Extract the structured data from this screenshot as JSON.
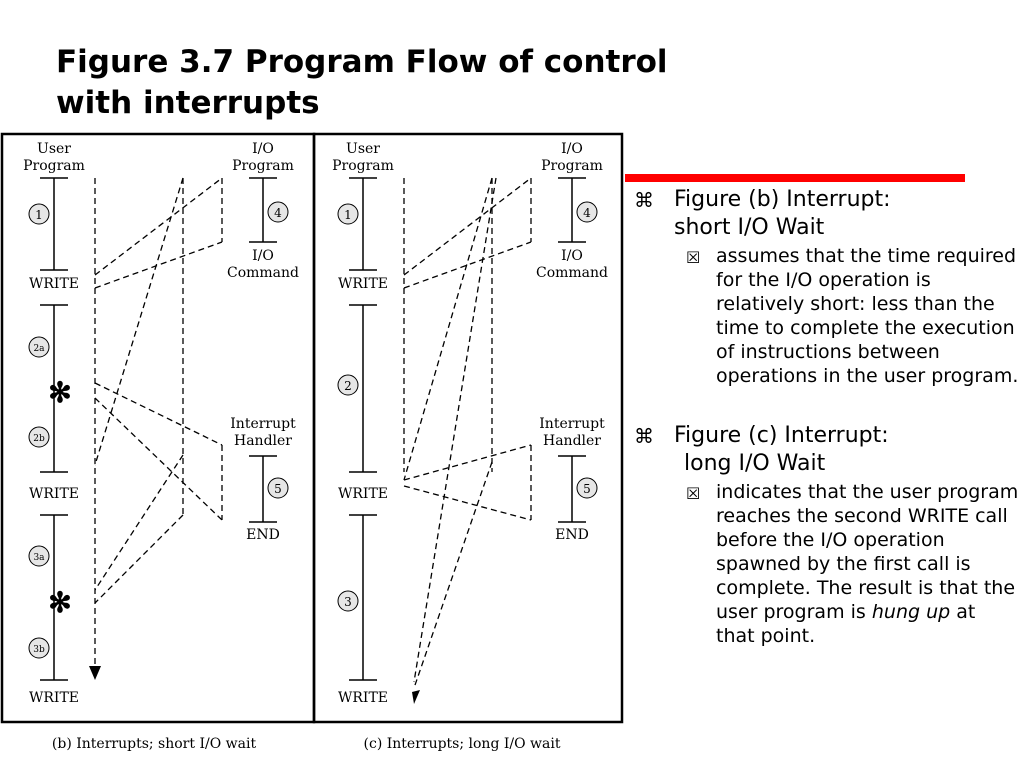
{
  "title": {
    "line1": "Figure 3.7 Program Flow of control",
    "line2": "with interrupts"
  },
  "colors": {
    "accent": "#ff0000"
  },
  "diagram_b": {
    "user_program_label": [
      "User",
      "Program"
    ],
    "io_program_label": [
      "I/O",
      "Program"
    ],
    "io_command_label": [
      "I/O",
      "Command"
    ],
    "interrupt_handler_label": [
      "Interrupt",
      "Handler"
    ],
    "end_label": "END",
    "write_labels": [
      "WRITE",
      "WRITE",
      "WRITE"
    ],
    "segments": [
      "1",
      "2a",
      "2b",
      "3a",
      "3b"
    ],
    "io_segment": "4",
    "handler_segment": "5",
    "interrupt_mark": "✻",
    "caption": "(b) Interrupts; short I/O wait"
  },
  "diagram_c": {
    "user_program_label": [
      "User",
      "Program"
    ],
    "io_program_label": [
      "I/O",
      "Program"
    ],
    "io_command_label": [
      "I/O",
      "Command"
    ],
    "interrupt_handler_label": [
      "Interrupt",
      "Handler"
    ],
    "end_label": "END",
    "write_labels": [
      "WRITE",
      "WRITE",
      "WRITE"
    ],
    "segments": [
      "1",
      "2",
      "3"
    ],
    "io_segment": "4",
    "handler_segment": "5",
    "caption": "(c) Interrupts; long I/O wait"
  },
  "bullets": [
    {
      "marker": "⌘",
      "heading_line1": "Figure (b) Interrupt:",
      "heading_line2": "short I/O Wait",
      "sub_marker": "☒",
      "sub_text": "assumes that the time required for the I/O operation is relatively short: less than the time to complete the execution of instructions between operations in the user program."
    },
    {
      "marker": "⌘",
      "heading_line1": "Figure (c) Interrupt:",
      "heading_line2": "long I/O Wait",
      "sub_marker": "☒",
      "sub_text_before": "indicates that the user program reaches the second WRITE call before the I/O operation spawned by the first call is complete. The result is that the user program is",
      "sub_text_italic": "hung up",
      "sub_text_after": "at that point."
    }
  ]
}
